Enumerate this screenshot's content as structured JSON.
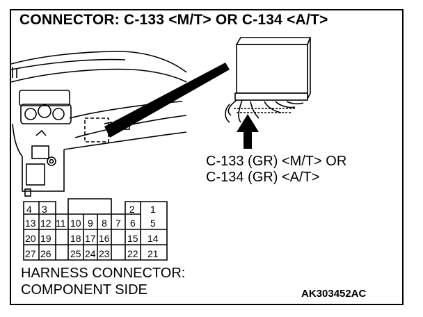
{
  "title": "CONNECTOR: C-133 <M/T> OR C-134 <A/T>",
  "connector_label": {
    "line1": "C-133 (GR) <M/T> OR",
    "line2": "C-134 (GR) <A/T>"
  },
  "pinout": {
    "pins": [
      "4",
      "3",
      "2",
      "1",
      "13",
      "12",
      "11",
      "10",
      "9",
      "8",
      "7",
      "6",
      "5",
      "20",
      "19",
      "18",
      "17",
      "16",
      "15",
      "14",
      "27",
      "26",
      "25",
      "24",
      "23",
      "22",
      "21"
    ]
  },
  "harness_label": {
    "line1": "HARNESS CONNECTOR:",
    "line2": "COMPONENT SIDE"
  },
  "figure_code": "AK303452AC"
}
